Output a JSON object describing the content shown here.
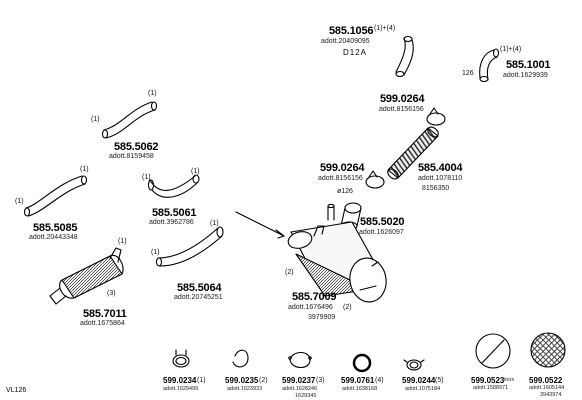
{
  "diagram_code": "VL126",
  "parts": [
    {
      "id": "p1056",
      "number": "585.1056",
      "notes": [
        "(1)+(4)"
      ],
      "adott": [
        "adott.20409095"
      ],
      "model": "D12A"
    },
    {
      "id": "p1001",
      "number": "585.1001",
      "notes": [
        "(1)+(4)",
        "126"
      ],
      "adott": [
        "adott.1629939"
      ]
    },
    {
      "id": "p0264a",
      "number": "599.0264",
      "notes": [],
      "adott": [
        "adott.8156156"
      ]
    },
    {
      "id": "p5062",
      "number": "585.5062",
      "notes": [
        "(1)",
        "(1)"
      ],
      "adott": [
        "adott.8159458"
      ]
    },
    {
      "id": "p0264b",
      "number": "599.0264",
      "notes": [],
      "adott": [
        "adott.8156156"
      ]
    },
    {
      "id": "p4004",
      "number": "585.4004",
      "notes": [],
      "adott": [
        "adott.1078110",
        "8156350"
      ]
    },
    {
      "id": "p5085",
      "number": "585.5085",
      "notes": [
        "(1)",
        "(1)"
      ],
      "adott": [
        "adott.20443348"
      ]
    },
    {
      "id": "p5061",
      "number": "585.5061",
      "notes": [
        "(1)",
        "(1)"
      ],
      "adott": [
        "adott.3962786"
      ]
    },
    {
      "id": "p5020",
      "number": "585.5020",
      "notes": [
        "ø126"
      ],
      "adott": [
        "adott.1626097"
      ]
    },
    {
      "id": "p5064",
      "number": "585.5064",
      "notes": [
        "(1)",
        "(1)"
      ],
      "adott": [
        "adott.20745251"
      ]
    },
    {
      "id": "p7011",
      "number": "585.7011",
      "notes": [
        "(1)",
        "(3)"
      ],
      "adott": [
        "adott.1675864"
      ]
    },
    {
      "id": "p7009",
      "number": "585.7009",
      "notes": [
        "(2)",
        "(2)"
      ],
      "adott": [
        "adott.1676496",
        "3979909"
      ]
    }
  ],
  "accessories": [
    {
      "number": "599.0234",
      "note": "(1)",
      "adott": [
        "adott.1629499"
      ]
    },
    {
      "number": "599.0235",
      "note": "(2)",
      "adott": [
        "adott.1623933"
      ]
    },
    {
      "number": "599.0237",
      "note": "(3)",
      "adott": [
        "adott.1628246",
        "1629345"
      ]
    },
    {
      "number": "599.0761",
      "note": "(4)",
      "adott": [
        "adott.1638168"
      ]
    },
    {
      "number": "599.0244",
      "note": "(5)",
      "adott": [
        "adott.1075184"
      ]
    },
    {
      "number": "599.0523",
      "note": "inox",
      "adott": [
        "adott.1588971"
      ]
    },
    {
      "number": "599.0522",
      "note": "",
      "adott": [
        "adott.1605144",
        "3943974"
      ]
    }
  ]
}
